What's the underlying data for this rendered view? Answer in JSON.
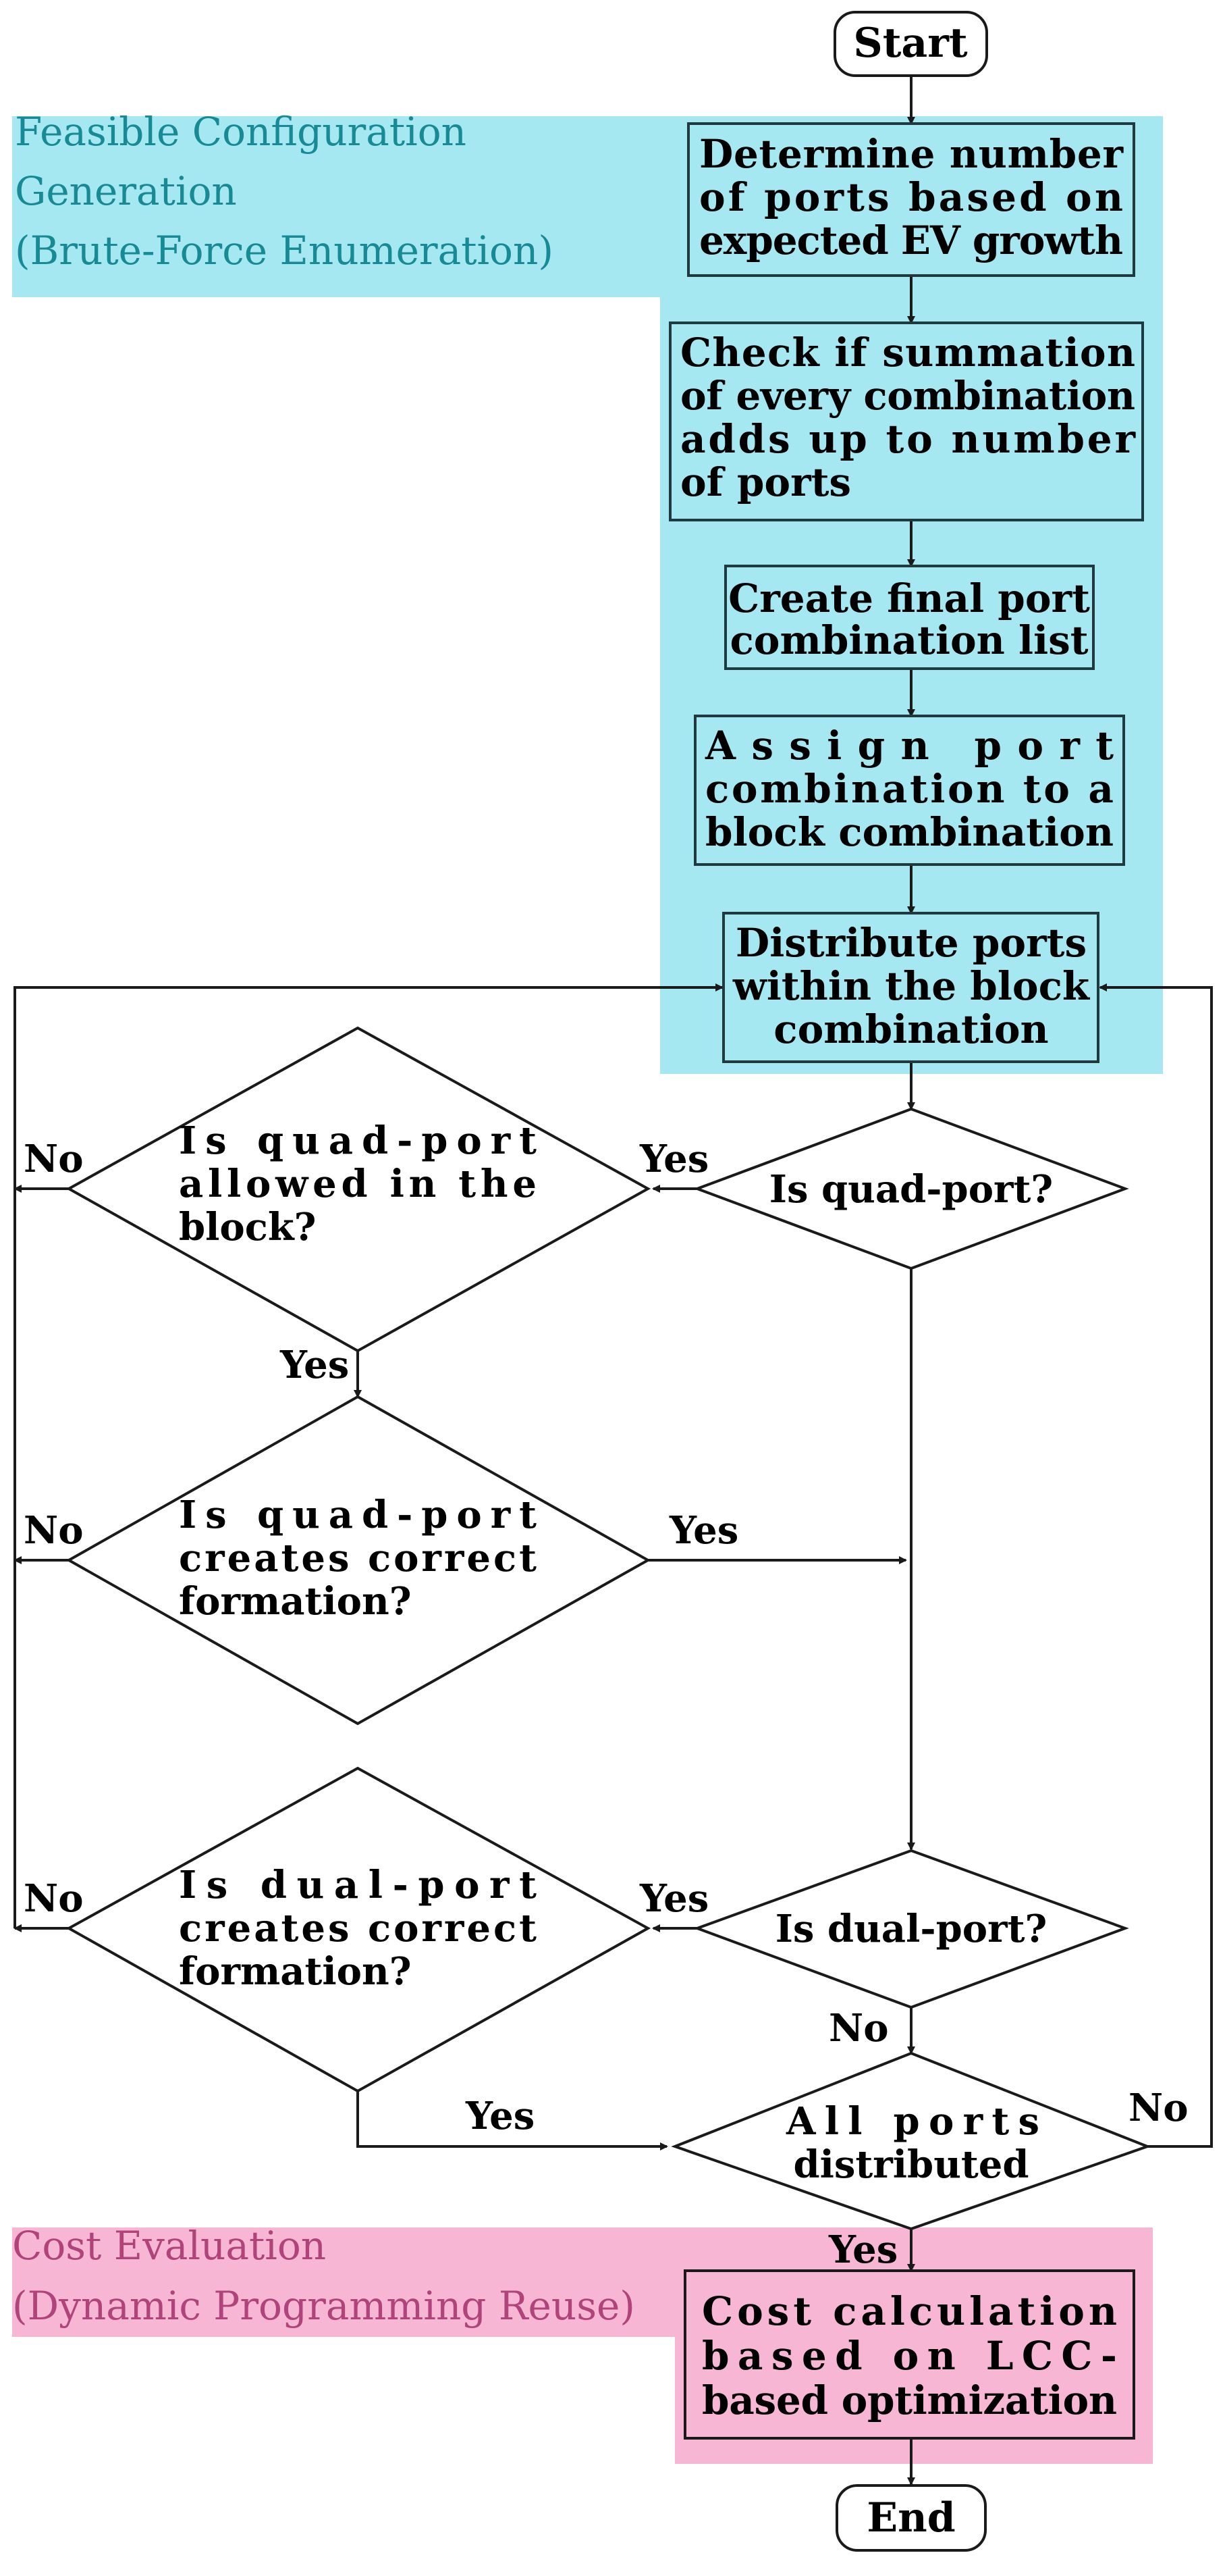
{
  "regions": {
    "feasible": {
      "lines": [
        "Feasible Configuration",
        "Generation",
        "(Brute-Force Enumeration)"
      ],
      "fill": "#a6e8f2",
      "text_color": "#178a95"
    },
    "cost": {
      "lines": [
        "Cost Evaluation",
        "(Dynamic Programming Reuse)"
      ],
      "fill": "#f7b6d4",
      "text_color": "#b0447a"
    }
  },
  "nodes": {
    "start": "Start",
    "determine_ports": [
      "Determine number",
      "of ports based on",
      "expected EV growth"
    ],
    "check_summation": [
      "Check if summation",
      "of every combination",
      "adds up to number",
      "of ports"
    ],
    "create_list": [
      "Create final port",
      "combination list"
    ],
    "assign_combination": [
      "Assign port",
      "combination to a",
      "block combination"
    ],
    "distribute_ports": [
      "Distribute ports",
      "within the block",
      "combination"
    ],
    "is_quad_port": "Is quad-port?",
    "quad_allowed": [
      "Is quad-port",
      "allowed in the",
      "block?"
    ],
    "quad_formation": [
      "Is quad-port",
      "creates correct",
      "formation?"
    ],
    "is_dual_port": "Is dual-port?",
    "dual_formation": [
      "Is dual-port",
      "creates correct",
      "formation?"
    ],
    "all_distributed": [
      "All ports",
      "distributed"
    ],
    "cost_calc": [
      "Cost calculation",
      "based on LCC-",
      "based optimization"
    ],
    "end": "End"
  },
  "edge_labels": {
    "yes": "Yes",
    "no": "No"
  },
  "colors": {
    "box_stroke": "#1f3a3f",
    "line": "#1a1a1a"
  }
}
